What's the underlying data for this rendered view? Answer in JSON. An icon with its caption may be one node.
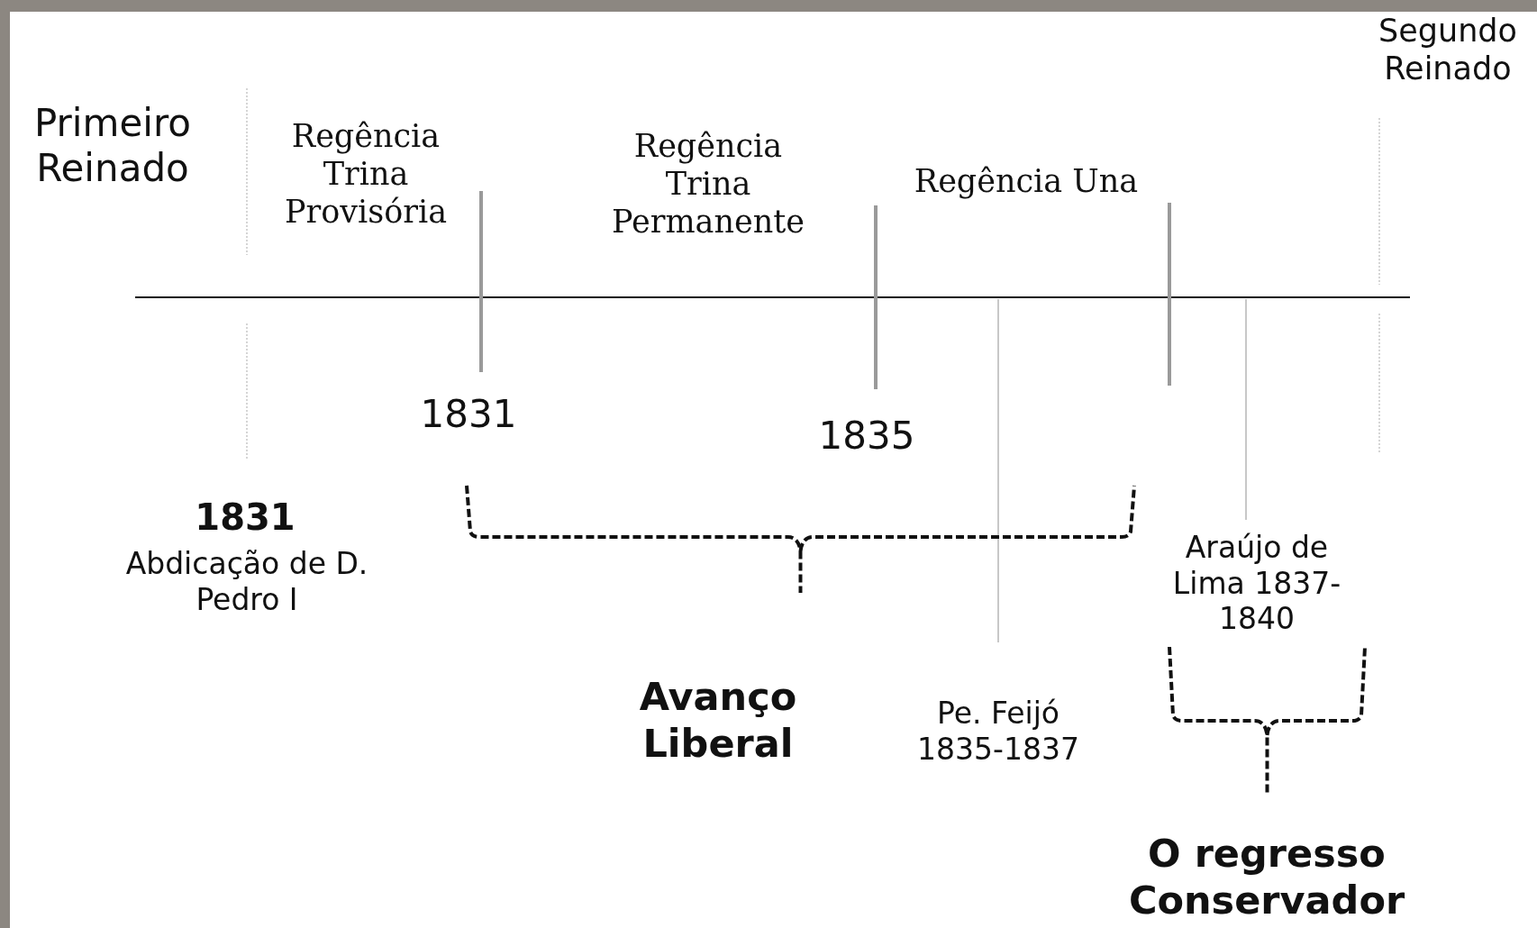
{
  "diagram": {
    "labels": [
      "Segundo Reinado",
      "Primeiro Reinado",
      "Regência Trina Provisória",
      "Regência Trina Permanente",
      "Regência Una",
      "1831",
      "1835",
      "1831",
      "Abdicação de D. Pedro I",
      "Araújo de Lima 1837-1840",
      "Avanço Liberal",
      "Pe. Feijó 1835-1837",
      "O regresso Conservador"
    ]
  }
}
